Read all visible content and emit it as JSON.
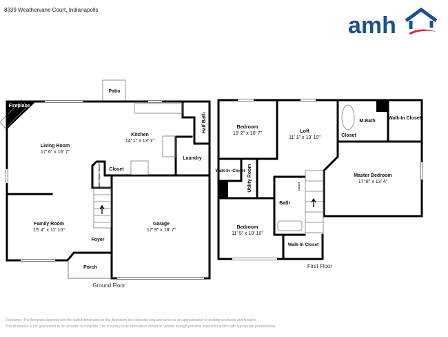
{
  "header": {
    "address": "8339 Weathervane Court, Indianapolis",
    "logo_text": "amh"
  },
  "colors": {
    "logo_blue": "#1d4f91",
    "logo_red": "#d7262e",
    "wall": "#000000"
  },
  "ground_floor": {
    "title": "Ground Floor",
    "rooms": {
      "patio": {
        "name": "Patio"
      },
      "fireplace": {
        "name": "Fireplace"
      },
      "living_room": {
        "name": "Living Room",
        "dims": "17' 6\" x 16' 7\""
      },
      "kitchen": {
        "name": "Kitchen",
        "dims": "14' 1\" x 13' 1\""
      },
      "half_bath": {
        "name": "Half Bath"
      },
      "laundry": {
        "name": "Laundry"
      },
      "closet": {
        "name": "Closet"
      },
      "under_stairs": {
        "name": "Under-Stairs Closet"
      },
      "family_room": {
        "name": "Family Room",
        "dims": "15' 4\" x 11' 10\""
      },
      "garage": {
        "name": "Garage",
        "dims": "17' 9\" x 18' 7\""
      },
      "foyer": {
        "name": "Foyer"
      },
      "porch": {
        "name": "Porch"
      }
    }
  },
  "first_floor": {
    "title": "First Floor",
    "rooms": {
      "bedroom1": {
        "name": "Bedroom",
        "dims": "10' 2\" x 10' 7\""
      },
      "loft": {
        "name": "Loft",
        "dims": "11' 1\" x 13' 10\""
      },
      "mbath": {
        "name": "M.Bath"
      },
      "mcloset": {
        "name": "Closet"
      },
      "walkin1": {
        "name": "Walk-In Closet"
      },
      "master": {
        "name": "Master Bedroom",
        "dims": "17' 8\" x 13' 4\""
      },
      "walkin2": {
        "name": "Walk-In -Closet"
      },
      "utility": {
        "name": "Utility Room"
      },
      "bath": {
        "name": "Bath"
      },
      "bath_closet": {
        "name": "Closet"
      },
      "bedroom2": {
        "name": "Bedroom",
        "dims": "11' 5\" x 10' 10\""
      },
      "walkin3": {
        "name": "Walk-In Closet"
      }
    }
  },
  "disclaimer": {
    "line1": "Disclaimer: The floorplans depicted and the stated dimensions in this illustration are indicative only and serve as an approximation of existing structures and features.",
    "line2": "This illustration is not guaranteed to be accurate or complete. The accuracy of all information should be verified through personal inspection and/or with appropriate professionals."
  }
}
